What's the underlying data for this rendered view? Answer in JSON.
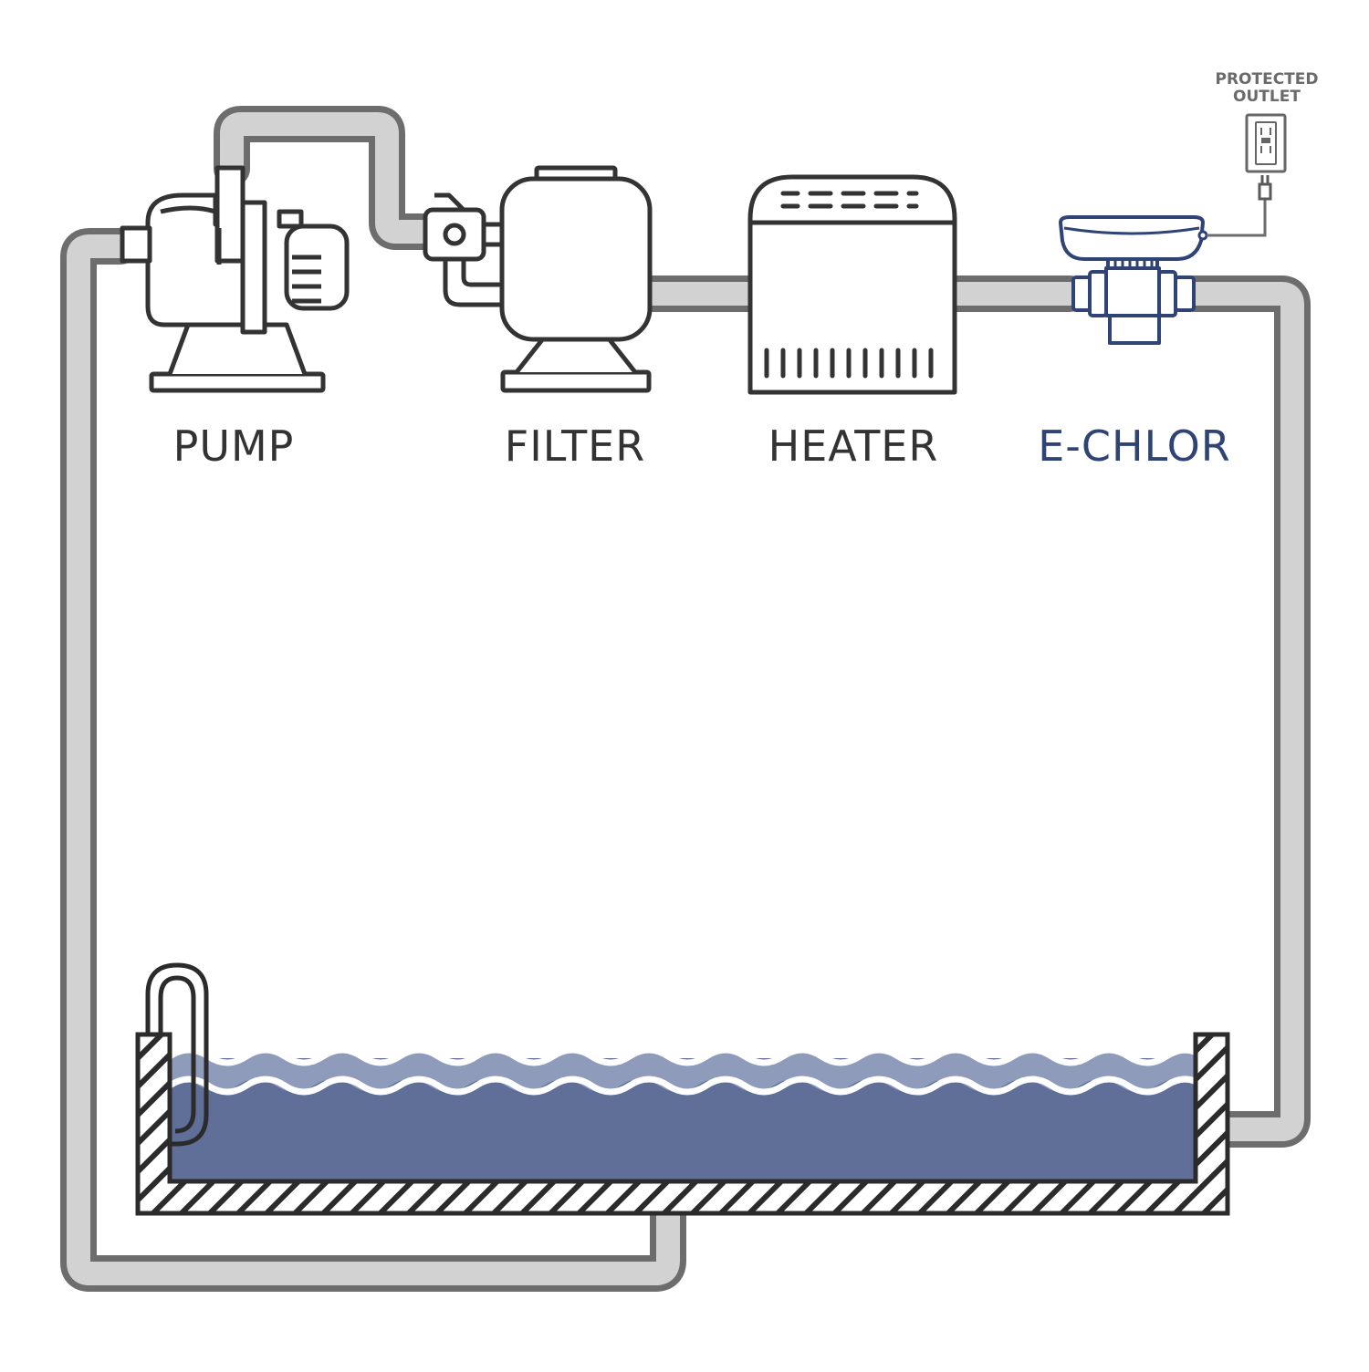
{
  "labels": {
    "pump": "PUMP",
    "filter": "FILTER",
    "heater": "HEATER",
    "echlor": "E-CHLOR",
    "outlet_line1": "PROTECTED",
    "outlet_line2": "OUTLET"
  },
  "colors": {
    "pipe_outline": "#6d6d6d",
    "pipe_fill": "#d2d2d2",
    "equipment_stroke": "#333333",
    "echlor_blue": "#2f4374",
    "water_light": "#8f9bbb",
    "water_dark": "#5f6f97",
    "hatch": "#2b2b2b",
    "background": "#ffffff"
  }
}
